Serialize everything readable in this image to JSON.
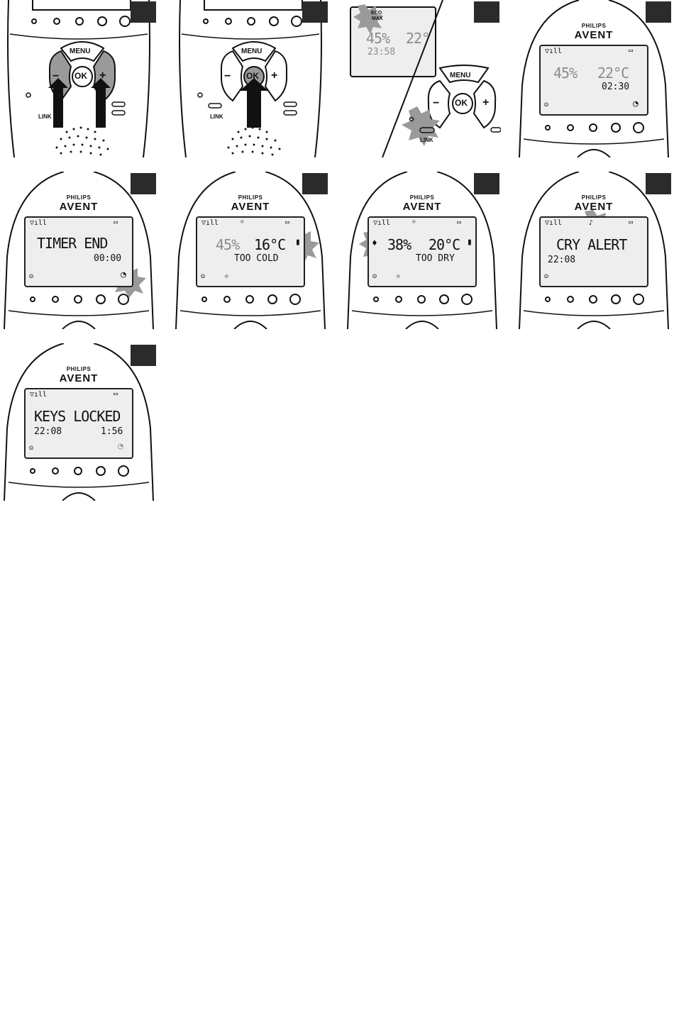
{
  "panels": [
    {
      "id": "p1",
      "menu": "MENU",
      "ok": "OK",
      "minus": "−",
      "plus": "+",
      "link": "LINK"
    },
    {
      "id": "p2",
      "menu": "MENU",
      "ok": "OK",
      "minus": "−",
      "plus": "+",
      "link": "LINK"
    },
    {
      "id": "p3",
      "eco": "ECO",
      "max": "MAX",
      "humidity": "45%",
      "temp": "22°",
      "time": "23:58",
      "menu": "MENU",
      "ok": "OK",
      "minus": "−",
      "plus": "+",
      "link": "LINK"
    },
    {
      "id": "p4",
      "brand_top": "PHILIPS",
      "brand": "AVENT",
      "humidity": "45%",
      "temp": "22°C",
      "timer": "02:30"
    },
    {
      "id": "p5",
      "brand_top": "PHILIPS",
      "brand": "AVENT",
      "line1": "TIMER END",
      "line2": "00:00"
    },
    {
      "id": "p6",
      "brand_top": "PHILIPS",
      "brand": "AVENT",
      "humidity": "45%",
      "temp": "16°C",
      "status": "TOO COLD"
    },
    {
      "id": "p7",
      "brand_top": "PHILIPS",
      "brand": "AVENT",
      "humidity": "38%",
      "temp": "20°C",
      "status": "TOO DRY"
    },
    {
      "id": "p8",
      "brand_top": "PHILIPS",
      "brand": "AVENT",
      "line1": "CRY ALERT",
      "line2": "22:08"
    },
    {
      "id": "p9",
      "brand_top": "PHILIPS",
      "brand": "AVENT",
      "line1": "KEYS LOCKED",
      "line2": "22:08",
      "line3": "1:56"
    }
  ],
  "colors": {
    "highlight": "#9a9a9a",
    "lcd_bg": "#eeeeee",
    "corner": "#2b2b2b",
    "dim_text": "#8c8c8c"
  }
}
